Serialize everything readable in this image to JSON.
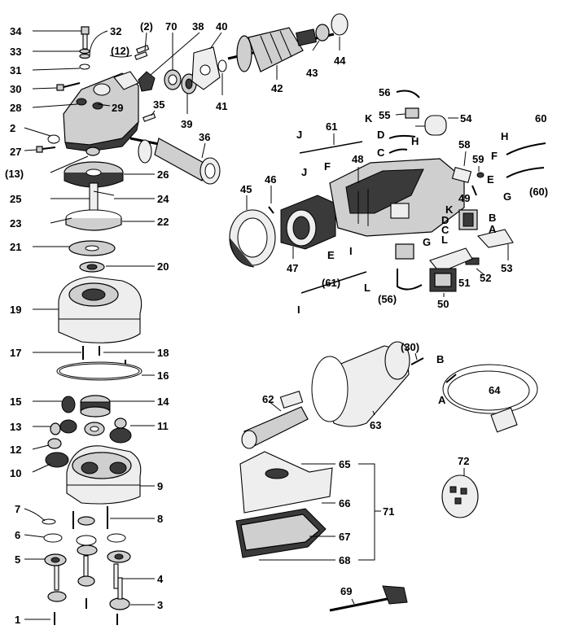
{
  "diagram": {
    "labels": {
      "p1": "1",
      "p2": "2",
      "p3": "3",
      "p4": "4",
      "p5": "5",
      "p6": "6",
      "p7": "7",
      "p8": "8",
      "p9": "9",
      "p10": "10",
      "p11": "11",
      "p12": "12",
      "p13": "13",
      "p14": "14",
      "p15": "15",
      "p16": "16",
      "p17": "17",
      "p18": "18",
      "p19": "19",
      "p20": "20",
      "p21": "21",
      "p22": "22",
      "p23": "23",
      "p24": "24",
      "p25": "25",
      "p26": "26",
      "p27": "27",
      "p28": "28",
      "p29": "29",
      "p30": "30",
      "p31": "31",
      "p32": "32",
      "p33": "33",
      "p34": "34",
      "p35": "35",
      "p36": "36",
      "p38": "38",
      "p39": "39",
      "p40": "40",
      "p41": "41",
      "p42": "42",
      "p43": "43",
      "p44": "44",
      "p45": "45",
      "p46": "46",
      "p47": "47",
      "p48": "48",
      "p49": "49",
      "p50": "50",
      "p51": "51",
      "p52": "52",
      "p53": "53",
      "p54": "54",
      "p55": "55",
      "p56": "56",
      "p58": "58",
      "p59": "59",
      "p60": "60",
      "p61": "61",
      "p62": "62",
      "p63": "63",
      "p64": "64",
      "p65": "65",
      "p66": "66",
      "p67": "67",
      "p68": "68",
      "p69": "69",
      "p70": "70",
      "p71": "71",
      "p72": "72",
      "p2paren": "(2)",
      "p12paren": "(12)",
      "p13paren": "(13)",
      "p30paren": "(30)",
      "p56paren": "(56)",
      "p60paren": "(60)",
      "p61paren": "(61)"
    },
    "letters": {
      "A": "A",
      "B": "B",
      "C": "C",
      "D": "D",
      "E": "E",
      "F": "F",
      "G": "G",
      "H": "H",
      "I": "I",
      "J": "J",
      "K": "K",
      "L": "L"
    }
  }
}
